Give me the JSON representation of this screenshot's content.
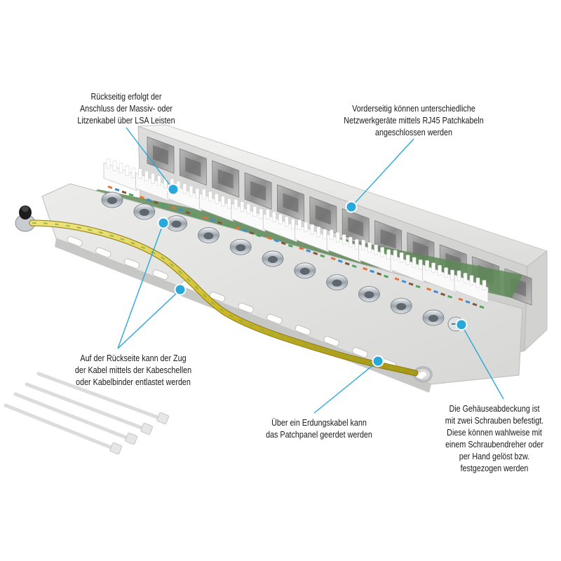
{
  "image": {
    "subject": "patch-panel-product-photo",
    "accent_color": "#29a8dc",
    "cable_color": "#d8c431",
    "panel_color": "#e9e9e7"
  },
  "callouts": {
    "lsa": {
      "lines": [
        "Rückseitig erfolgt der",
        "Anschluss der Massiv- oder",
        "Litzenkabel über LSA Leisten"
      ]
    },
    "rj45": {
      "lines": [
        "Vorderseitig können unterschiedliche",
        "Netzwerkgeräte mittels RJ45 Patchkabeln",
        "angeschlossen werden"
      ]
    },
    "strain": {
      "lines": [
        "Auf der Rückseite kann der Zug",
        "der Kabel mittels der Kabeschellen",
        "oder Kabelbinder entlastet werden"
      ]
    },
    "ground": {
      "lines": [
        "Über ein Erdungskabel kann",
        "das Patchpanel geerdet werden"
      ]
    },
    "cover": {
      "lines": [
        "Die Gehäuseabdeckung ist",
        "mit zwei Schrauben befestigt.",
        "Diese können wahlweise mit",
        "einem Schraubendreher oder",
        "per Hand gelöst bzw.",
        "festgezogen werden"
      ]
    }
  }
}
